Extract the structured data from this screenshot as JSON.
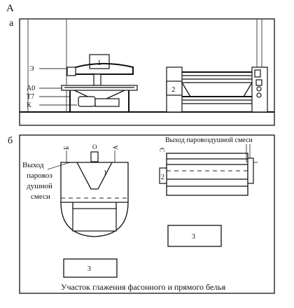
{
  "figure": {
    "label": "А",
    "panel_a": {
      "letter": "а",
      "level_labels": [
        "Э",
        "А0",
        "Т7",
        "К"
      ],
      "machine_labels": [
        "1",
        "2"
      ]
    },
    "panel_b": {
      "letter": "б",
      "marks": [
        "Б",
        "А",
        "О"
      ],
      "left_label": [
        "Выход",
        "паровоз",
        "душной",
        "смеси"
      ],
      "right_label": "Выход паровоздушной смеси",
      "machine_labels": [
        "1",
        "2"
      ],
      "small_label": "Э",
      "zone_labels": [
        "3",
        "3"
      ],
      "caption": "Участок глажения фасонного и прямого белья"
    }
  }
}
